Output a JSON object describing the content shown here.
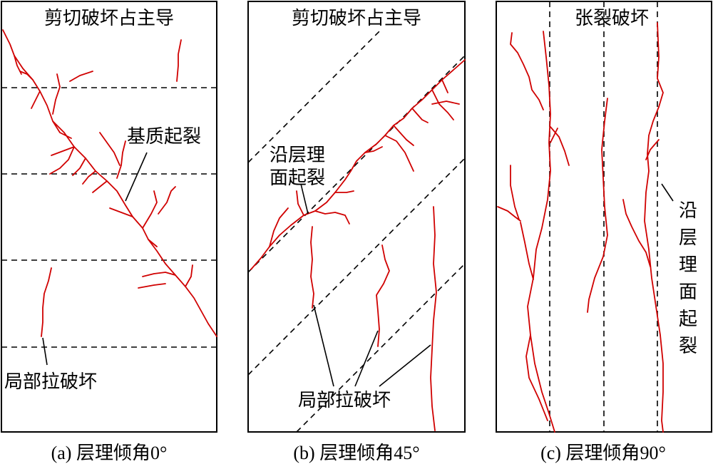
{
  "panels": [
    {
      "title": "剪切破坏占主导",
      "caption": "(a) 层理倾角0°",
      "labels": {
        "matrix_crack": "基质起裂",
        "local_tension": "局部拉破坏"
      }
    },
    {
      "title": "剪切破坏占主导",
      "caption": "(b) 层理倾角45°",
      "labels": {
        "bedding_crack_line1": "沿层理",
        "bedding_crack_line2": "面起裂",
        "local_tension": "局部拉破坏"
      }
    },
    {
      "title": "张裂破坏",
      "caption": "(c) 层理倾角90°",
      "labels": {
        "bedding_vertical": [
          "沿",
          "层",
          "理",
          "面",
          "起",
          "裂"
        ]
      }
    }
  ],
  "colors": {
    "crack": "#d00000",
    "lines": "#000000",
    "background": "#ffffff"
  }
}
